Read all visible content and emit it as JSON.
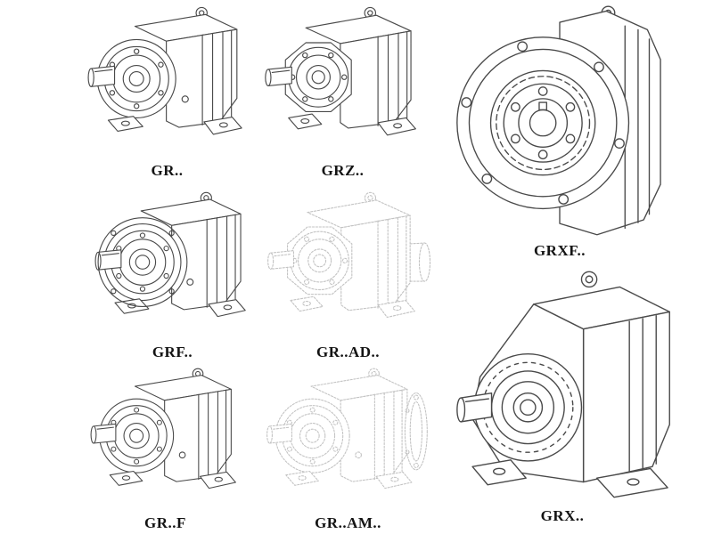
{
  "page": {
    "background": "#ffffff",
    "description": "Catalog sheet of helical gear reducer line drawings"
  },
  "colors": {
    "line": "#4a4a4a",
    "ghost_line": "#c3c3c3",
    "label": "#141414"
  },
  "units": [
    {
      "id": "gr",
      "label": "GR..",
      "style": "solid"
    },
    {
      "id": "grz",
      "label": "GRZ..",
      "style": "solid"
    },
    {
      "id": "grxf",
      "label": "GRXF..",
      "style": "solid"
    },
    {
      "id": "grf",
      "label": "GRF..",
      "style": "solid"
    },
    {
      "id": "gr-ad",
      "label": "GR..AD..",
      "style": "ghost"
    },
    {
      "id": "gr-f",
      "label": "GR..F",
      "style": "solid"
    },
    {
      "id": "gr-am",
      "label": "GR..AM..",
      "style": "ghost"
    },
    {
      "id": "grx",
      "label": "GRX..",
      "style": "solid"
    }
  ]
}
